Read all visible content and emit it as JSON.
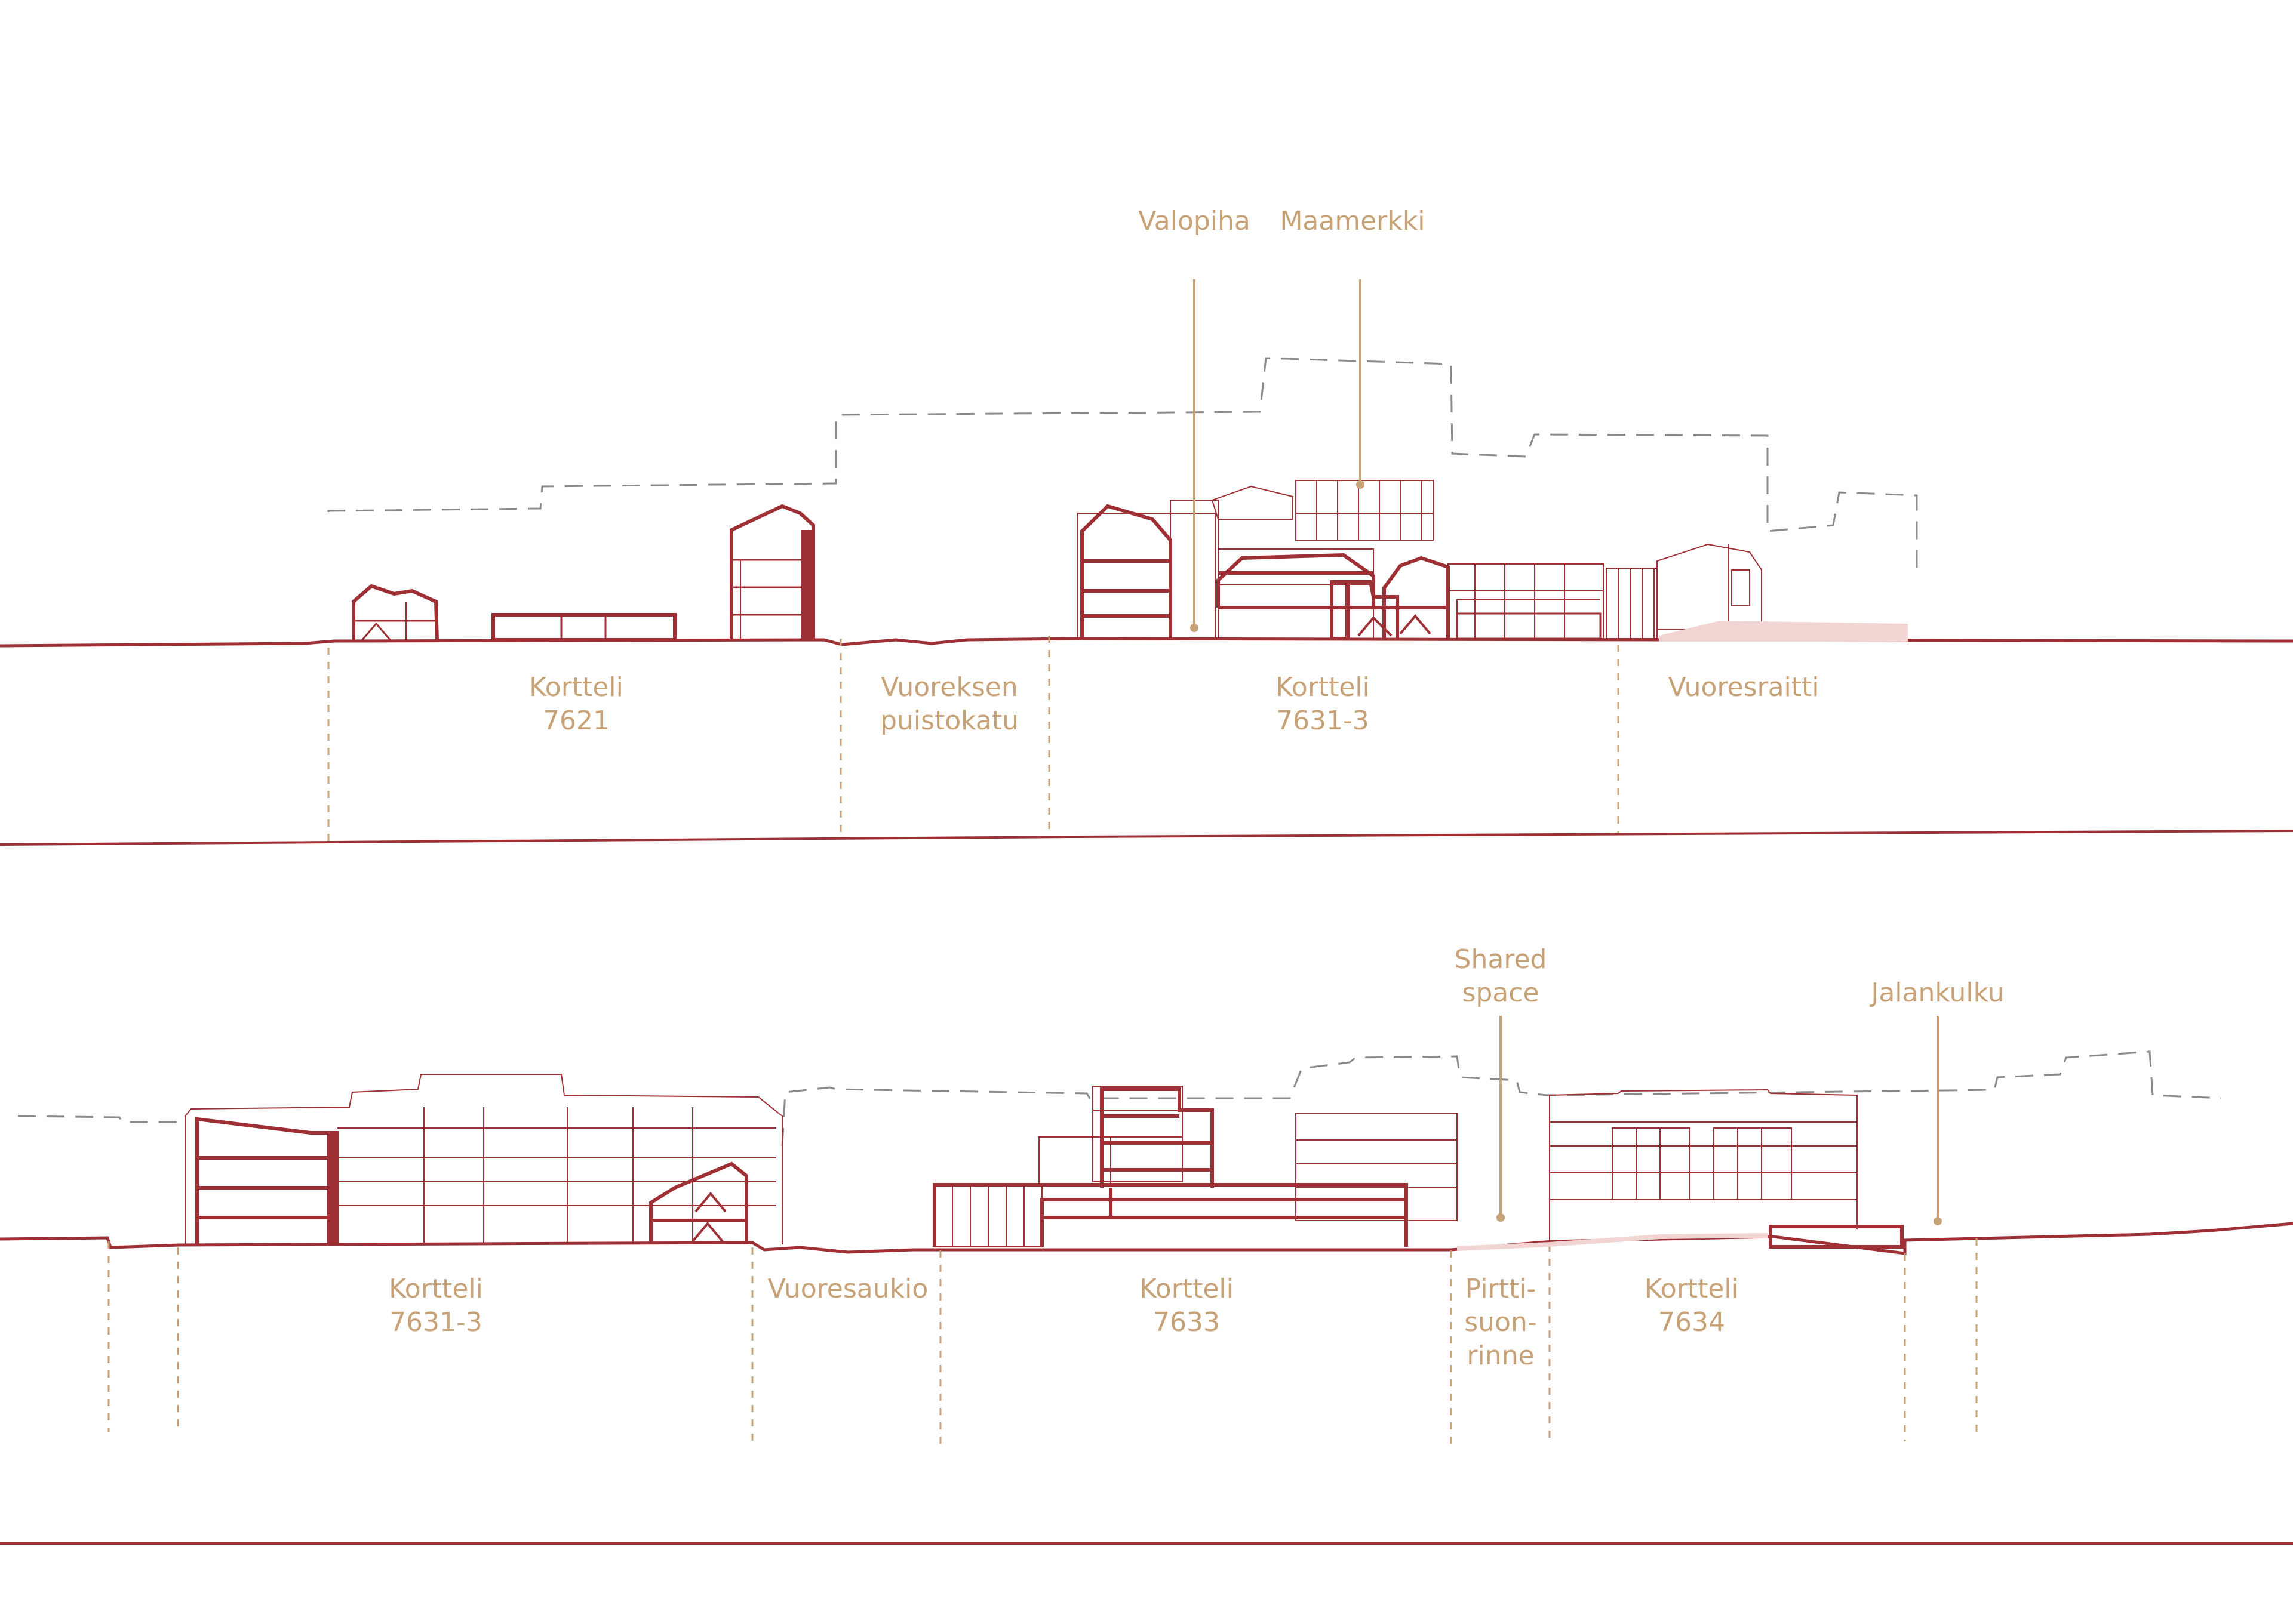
{
  "colors": {
    "building": "#9e2f35",
    "label": "#c8a277",
    "leader": "#c8a277",
    "ghost": "#8a8a8a"
  },
  "section_1": {
    "zones": [
      {
        "line1": "Kortteli",
        "line2": "7621"
      },
      {
        "line1": "Vuoreksen",
        "line2": "puistokatu"
      },
      {
        "line1": "Kortteli",
        "line2": "7631-3"
      },
      {
        "line1": "Vuoresraitti",
        "line2": ""
      }
    ],
    "callouts": [
      {
        "label": "Valopiha"
      },
      {
        "label": "Maamerkki"
      }
    ]
  },
  "section_2": {
    "zones": [
      {
        "line1": "Kortteli",
        "line2": "7631-3"
      },
      {
        "line1": "Vuoresaukio",
        "line2": ""
      },
      {
        "line1": "Kortteli",
        "line2": "7633"
      },
      {
        "line1": "Pirtti-",
        "line2": "suon-",
        "line3": "rinne"
      },
      {
        "line1": "Kortteli",
        "line2": "7634"
      }
    ],
    "callouts": [
      {
        "line1": "Shared",
        "line2": "space"
      },
      {
        "label": "Jalankulku"
      }
    ]
  }
}
